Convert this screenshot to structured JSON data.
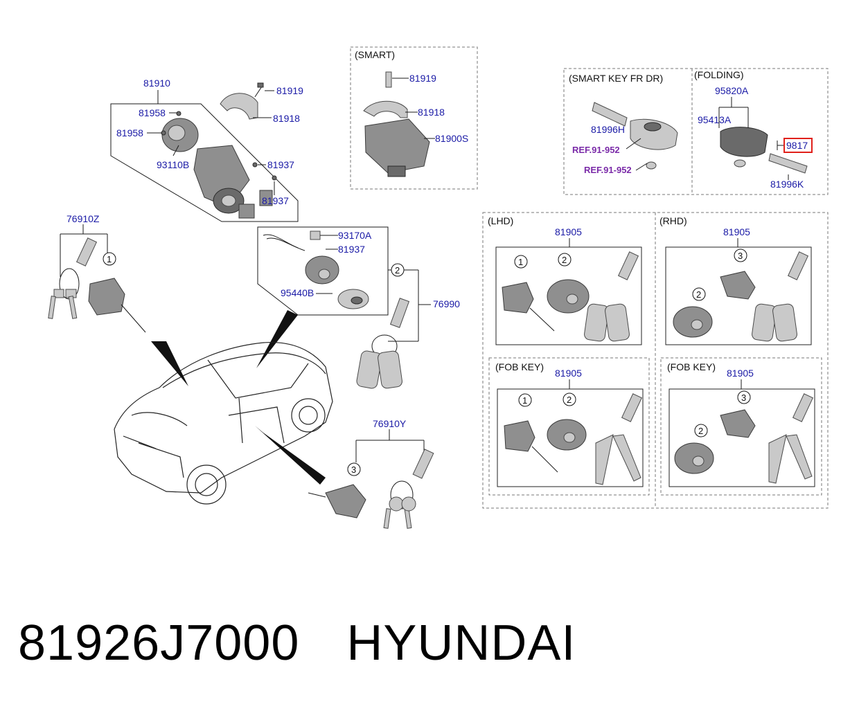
{
  "labels": {
    "p81910": "81910",
    "p81958a": "81958",
    "p81958b": "81958",
    "p93110b": "93110B",
    "p81919a": "81919",
    "p81918a": "81918",
    "p81937a": "81937",
    "p81937b": "81937",
    "p76910z": "76910Z",
    "p93170a": "93170A",
    "p81937c": "81937",
    "p95440b": "95440B",
    "p76990": "76990",
    "p76910y": "76910Y",
    "p81919b": "81919",
    "p81918b": "81918",
    "p81900s": "81900S",
    "p81996h": "81996H",
    "ref1": "REF.91-952",
    "ref2": "REF.91-952",
    "p95820a": "95820A",
    "p95413a": "95413A",
    "p9817": "9817",
    "p81996k": "81996K",
    "p81905a": "81905",
    "p81905b": "81905",
    "p81905c": "81905",
    "p81905d": "81905"
  },
  "sections": {
    "smart": "(SMART)",
    "smart_key_fr_dr": "(SMART KEY FR DR)",
    "folding": "(FOLDING)",
    "lhd": "(LHD)",
    "rhd": "(RHD)",
    "fob_key_left": "(FOB KEY)",
    "fob_key_right": "(FOB KEY)"
  },
  "callouts": {
    "c1a": "1",
    "c2a": "2",
    "c3a": "3",
    "c1b": "1",
    "c2b": "2",
    "c3b": "3",
    "c2c": "2",
    "c1c": "1",
    "c2d": "2",
    "c3c": "3",
    "c2e": "2"
  },
  "footer": {
    "part_number": "81926J7000",
    "brand": "HYUNDAI"
  },
  "colors": {
    "label_blue": "#1a1aa6",
    "ref_purple": "#7a2aa8",
    "highlight_red": "#e0201b"
  }
}
